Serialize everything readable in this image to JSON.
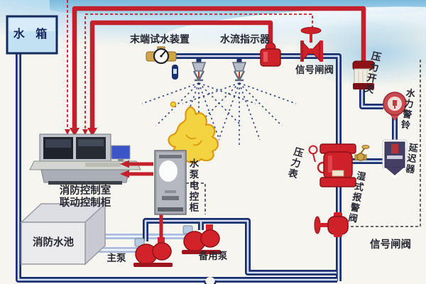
{
  "diagram": {
    "labels": {
      "water_tank": "水 箱",
      "end_test_device": "末端试水装置",
      "flow_indicator": "水流指示器",
      "signal_gate_valve_top": "信号闸阀",
      "pressure_switch": "压力开关",
      "water_alarm_gong": "水力警铃",
      "delay_device": "延迟器",
      "pressure_gauge": "压力表",
      "wet_alarm_valve": "湿式报警阀",
      "signal_gate_valve_bottom": "信号闸阀",
      "control_room_line1": "消防控制室",
      "control_room_line2": "联动控制柜",
      "pump_control_cabinet": "水泵电控柜",
      "fire_pool": "消防水池",
      "main_pump": "主泵",
      "backup_pump": "备用泵"
    }
  },
  "colors": {
    "pipe_blue": "#1c2f6e",
    "pipe_core": "#d5e0f2",
    "pipe_red": "#c2202a",
    "pipe_light": "#a9bcdc",
    "label_text": "#262732",
    "tank_fill": "#c2e2f4",
    "tank_border": "#162a5c",
    "sky_blue": "#9fcde6",
    "flame_yellow": "#f3d440",
    "flame_orange": "#dd9810",
    "valve_red": "#cf2129",
    "valve_dark": "#8e1118",
    "brass": "#d2a449",
    "bg": "#f6f5ef"
  }
}
